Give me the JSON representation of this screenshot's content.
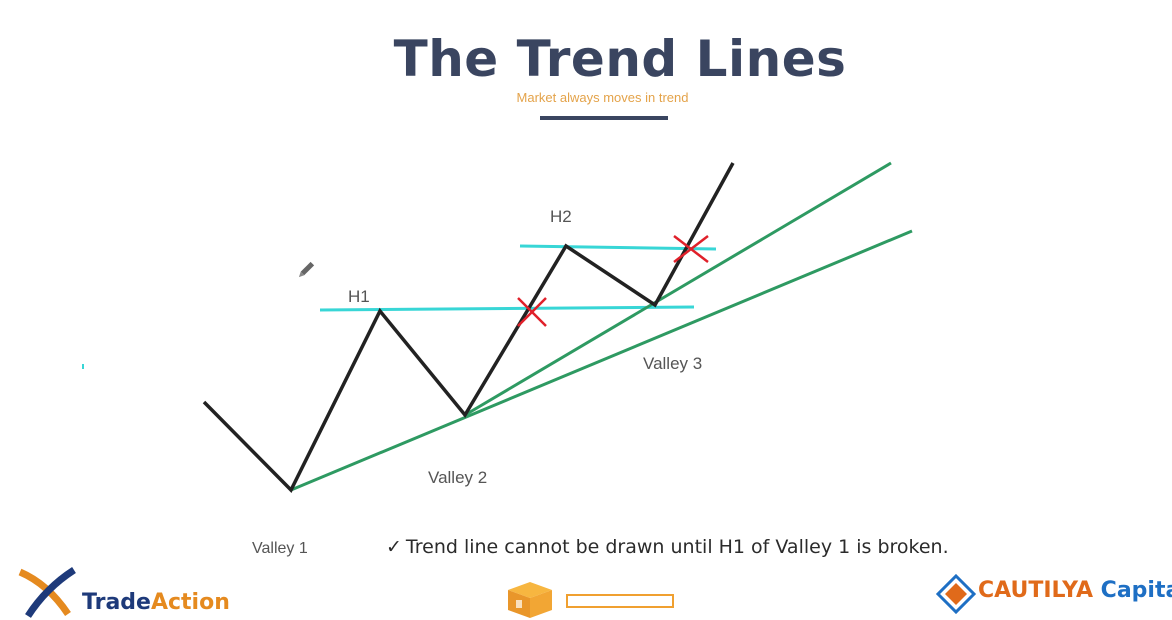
{
  "slide": {
    "title": "The Trend Lines",
    "subtitle": "Market always moves in trend",
    "note_check": "✓",
    "note": "Trend line cannot be drawn until H1 of Valley 1 is broken."
  },
  "diagram": {
    "labels": {
      "h1": "H1",
      "h2": "H2",
      "valley1": "Valley 1",
      "valley2": "Valley 2",
      "valley3": "Valley 3"
    },
    "colors": {
      "price_line": "#222222",
      "trend_line": "#2e9a62",
      "high_line": "#38d6d6",
      "break_mark": "#e0202a"
    }
  },
  "logos": {
    "left_part1": "Trade",
    "left_part2": "Action",
    "right_part1": "CAUTILYA",
    "right_part2": "Capita"
  }
}
